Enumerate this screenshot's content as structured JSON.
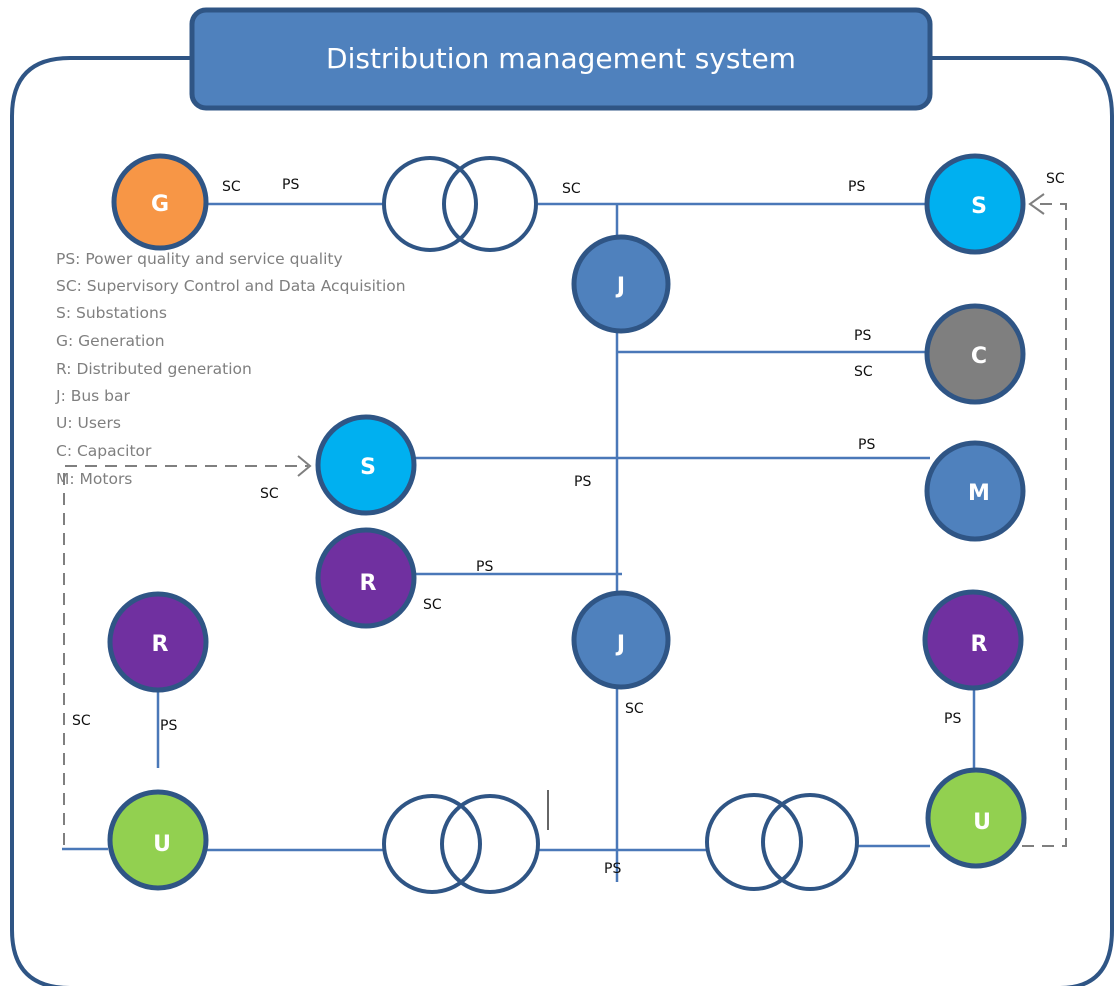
{
  "title": "Distribution management system",
  "colors": {
    "frame": "#2f5585",
    "title_fill": "#4f81bd",
    "line": "#4a78b8",
    "dashed": "#7f7f7f",
    "node_border": "#2f5585",
    "generation": "#f79646",
    "substation": "#00b0f0",
    "busbar": "#4f81bd",
    "capacitor": "#7f7f7f",
    "motor": "#4f81bd",
    "distributed_generation": "#7030a0",
    "user": "#92d050"
  },
  "legend": [
    "PS: Power quality and service quality",
    "SC: Supervisory Control and Data Acquisition",
    "S:  Substations",
    "G: Generation",
    "R: Distributed generation",
    "J: Bus bar",
    "U: Users",
    "C: Capacitor",
    "M: Motors"
  ],
  "nodes": {
    "generation": "G",
    "substation_top": "S",
    "busbar_top": "J",
    "capacitor": "C",
    "substation_mid": "S",
    "motor": "M",
    "dg_mid": "R",
    "busbar_bottom": "J",
    "dg_left": "R",
    "dg_right": "R",
    "user_left": "U",
    "user_right": "U"
  },
  "edge_labels": {
    "g_sc": "SC",
    "g_ps": "PS",
    "tr_sc": "SC",
    "s_top_ps": "PS",
    "s_top_sc": "SC",
    "c_ps": "PS",
    "c_sc": "SC",
    "m_ps": "PS",
    "s_mid_ps": "PS",
    "s_mid_sc": "SC",
    "r_mid_ps": "PS",
    "r_mid_sc": "SC",
    "j_bottom_sc": "SC",
    "r_left_sc": "SC",
    "r_left_ps": "PS",
    "r_right_ps": "PS",
    "bottom_ps": "PS"
  }
}
